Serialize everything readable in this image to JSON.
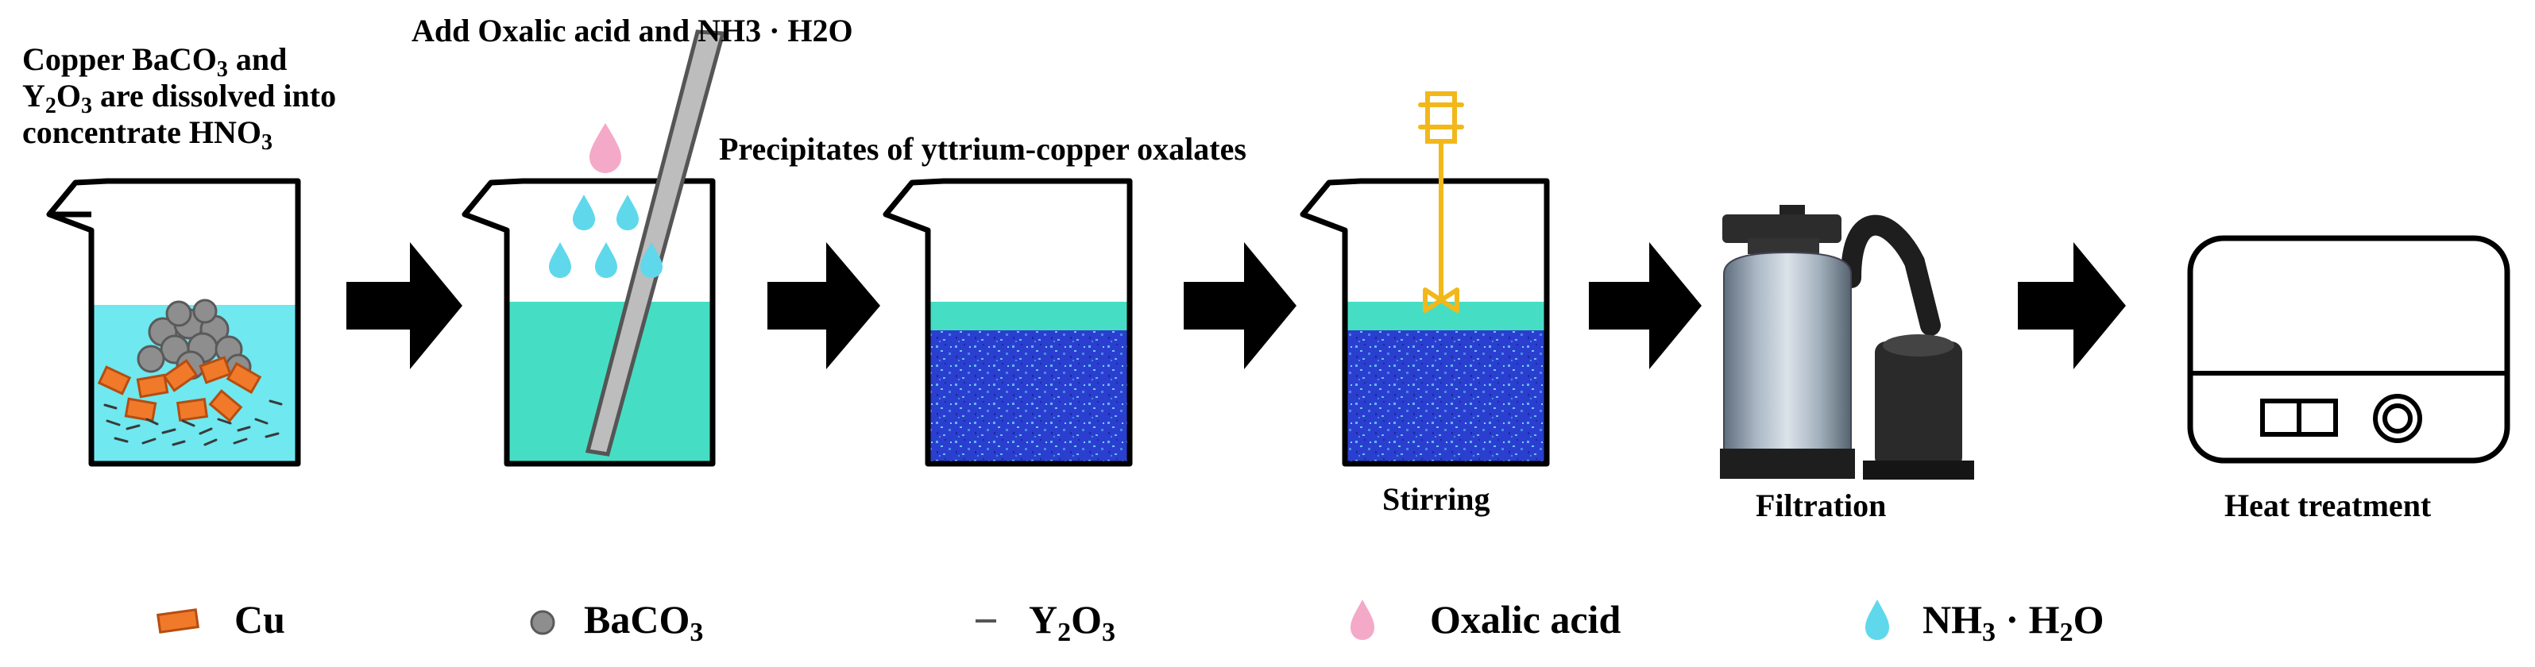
{
  "steps": {
    "dissolve": {
      "line1": [
        "Copper BaCO",
        "3",
        " and"
      ],
      "line2": [
        "Y",
        "2",
        "O",
        "3",
        " are dissolved into"
      ],
      "line3": [
        "concentrate HNO",
        "3"
      ]
    },
    "add": "Add Oxalic acid and NH3 · H2O",
    "precipitate": "Precipitates of yttrium-copper oxalates",
    "stirring": "Stirring",
    "filtration": "Filtration",
    "heat": "Heat treatment"
  },
  "legend": [
    {
      "icon": "cu-icon",
      "parts": [
        "Cu"
      ]
    },
    {
      "icon": "baco3-icon",
      "parts": [
        "BaCO",
        "3"
      ]
    },
    {
      "icon": "y2o3-icon",
      "parts": [
        "Y",
        "2",
        "O",
        "3"
      ]
    },
    {
      "icon": "oxalic-acid-drop-icon",
      "parts": [
        "Oxalic acid"
      ]
    },
    {
      "icon": "ammonia-drop-icon",
      "parts": [
        "NH",
        "3",
        " · H",
        "2",
        "O"
      ]
    }
  ],
  "colors": {
    "solution_cyan": "#6fe8f0",
    "solution_teal": "#45dec4",
    "precipitate_blue": "#2a3fd0",
    "copper_orange": "#f07a2a",
    "oxalic_pink": "#f5a9c8",
    "ammonia_cyan": "#5fd8ec",
    "stirrer_yellow": "#f2b81a"
  }
}
